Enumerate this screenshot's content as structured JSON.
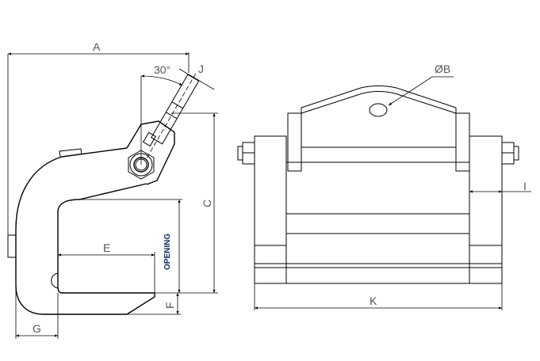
{
  "side_view": {
    "labels": {
      "a": "A",
      "angle": "30°",
      "j": "J",
      "c": "C",
      "opening": "OPENING",
      "e": "E",
      "f": "F",
      "g": "G"
    }
  },
  "front_view": {
    "labels": {
      "b": "ØB",
      "i": "I",
      "k": "K"
    }
  },
  "colors": {
    "line": "#000000",
    "label": "#555555",
    "opening_text": "#0a2a5a"
  }
}
